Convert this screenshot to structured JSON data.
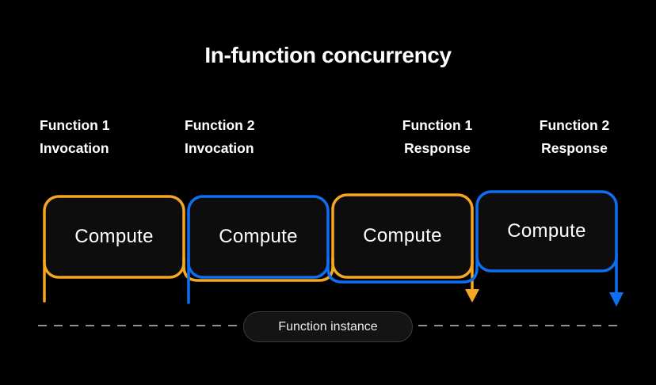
{
  "title": "In-function concurrency",
  "labels": [
    {
      "line1": "Function 1",
      "line2": "Invocation"
    },
    {
      "line1": "Function 2",
      "line2": "Invocation"
    },
    {
      "line1": "Function 1",
      "line2": "Response"
    },
    {
      "line1": "Function 2",
      "line2": "Response"
    }
  ],
  "boxes": [
    {
      "label": "Compute"
    },
    {
      "label": "Compute"
    },
    {
      "label": "Compute"
    },
    {
      "label": "Compute"
    }
  ],
  "instance_pill": {
    "label": "Function instance"
  },
  "colors": {
    "background": "#000000",
    "box_fill": "#0d0d0d",
    "orange": "#F5A623",
    "blue": "#0E6FF2",
    "dash": "#8F8F8F",
    "text": "#FFFFFF",
    "pill_border": "#3D3D3D"
  }
}
